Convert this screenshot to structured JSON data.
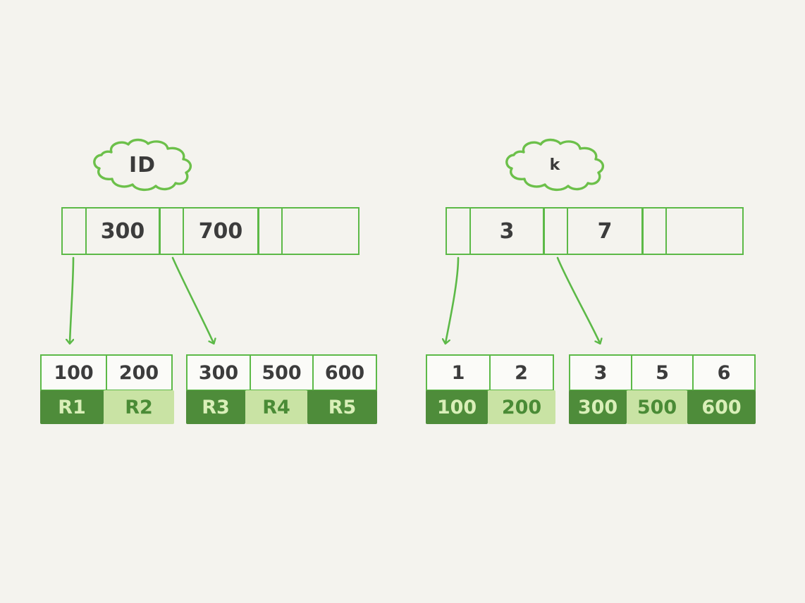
{
  "canvas": {
    "background": "#f4f3ee",
    "stroke": "#5cb947",
    "ink": "#3c3c3c",
    "dark_green": "#4e8c3a",
    "light_green": "#c9e3a4",
    "dark_text": "#d9efb8",
    "light_text": "#4a8b36"
  },
  "trees": [
    {
      "id": "primary-index",
      "cloud_label": "ID",
      "root": {
        "cells": [
          {
            "kind": "pointer",
            "text": ""
          },
          {
            "kind": "key",
            "text": "300"
          },
          {
            "kind": "pointer",
            "text": ""
          },
          {
            "kind": "key",
            "text": "700"
          },
          {
            "kind": "pointer",
            "text": ""
          },
          {
            "kind": "empty",
            "text": ""
          }
        ]
      },
      "leaves": [
        {
          "id": "leaf-1",
          "keys": [
            "100",
            "200"
          ],
          "values": [
            "R1",
            "R2"
          ],
          "shades": [
            "dark",
            "light"
          ]
        },
        {
          "id": "leaf-2",
          "keys": [
            "300",
            "500",
            "600"
          ],
          "values": [
            "R3",
            "R4",
            "R5"
          ],
          "shades": [
            "dark",
            "light",
            "dark"
          ]
        }
      ]
    },
    {
      "id": "secondary-index",
      "cloud_label": "k",
      "root": {
        "cells": [
          {
            "kind": "pointer",
            "text": ""
          },
          {
            "kind": "key",
            "text": "3"
          },
          {
            "kind": "pointer",
            "text": ""
          },
          {
            "kind": "key",
            "text": "7"
          },
          {
            "kind": "pointer",
            "text": ""
          },
          {
            "kind": "empty",
            "text": ""
          }
        ]
      },
      "leaves": [
        {
          "id": "leaf-3",
          "keys": [
            "1",
            "2"
          ],
          "values": [
            "100",
            "200"
          ],
          "shades": [
            "dark",
            "light"
          ]
        },
        {
          "id": "leaf-4",
          "keys": [
            "3",
            "5",
            "6"
          ],
          "values": [
            "300",
            "500",
            "600"
          ],
          "shades": [
            "dark",
            "light",
            "dark"
          ]
        }
      ]
    }
  ]
}
